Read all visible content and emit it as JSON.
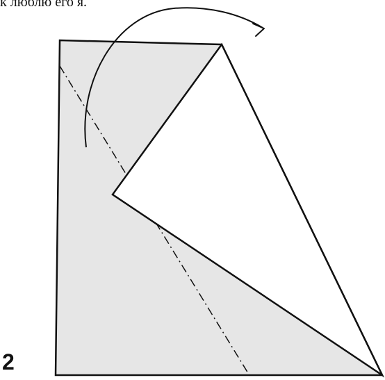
{
  "caption": {
    "text": "к люблю его я."
  },
  "step": {
    "number": "2"
  },
  "colors": {
    "paper_fill": "#e6e6e6",
    "flap_fill": "#ffffff",
    "outline": "#111111",
    "fold_line": "#111111",
    "arrow": "#111111"
  },
  "icons": {
    "fold_arrow": "curved-arrow-icon",
    "fold_line": "dash-dot-fold-line"
  }
}
